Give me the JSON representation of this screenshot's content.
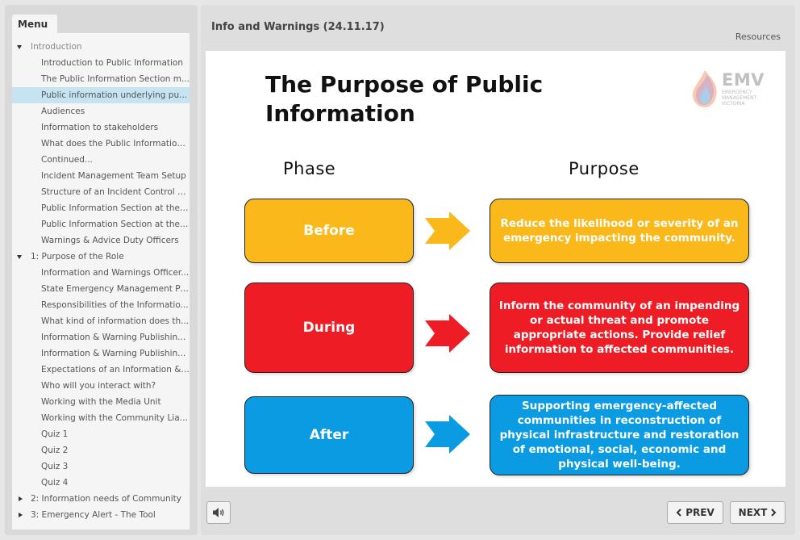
{
  "menu": {
    "tab_label": "Menu",
    "items": [
      {
        "label": "Introduction",
        "level": "section",
        "expanded": true
      },
      {
        "label": "Introduction to Public Information",
        "level": "child"
      },
      {
        "label": "The Public Information Section m...",
        "level": "child"
      },
      {
        "label": "Public information underlying pu...",
        "level": "child",
        "selected": true
      },
      {
        "label": "Audiences",
        "level": "child"
      },
      {
        "label": "Information to stakeholders",
        "level": "child"
      },
      {
        "label": "What does the Public Information...",
        "level": "child"
      },
      {
        "label": "Continued...",
        "level": "child"
      },
      {
        "label": "Incident Management Team Setup",
        "level": "child"
      },
      {
        "label": "Structure of an Incident Control C...",
        "level": "child"
      },
      {
        "label": "Public Information Section at the ...",
        "level": "child"
      },
      {
        "label": "Public Information Section at the ...",
        "level": "child"
      },
      {
        "label": "Warnings & Advice Duty Officers",
        "level": "child"
      },
      {
        "label": "1: Purpose of the Role",
        "level": "section",
        "expanded": true
      },
      {
        "label": "Information and Warnings Officer...",
        "level": "child"
      },
      {
        "label": "State Emergency Management Pr...",
        "level": "child"
      },
      {
        "label": "Responsibilities of the Informatio...",
        "level": "child"
      },
      {
        "label": "What kind of information does th...",
        "level": "child"
      },
      {
        "label": "Information & Warning Publishin...",
        "level": "child"
      },
      {
        "label": "Information & Warning Publishin...",
        "level": "child"
      },
      {
        "label": "Expectations of an Information & ...",
        "level": "child"
      },
      {
        "label": "Who will you interact with?",
        "level": "child"
      },
      {
        "label": "Working with the Media Unit",
        "level": "child"
      },
      {
        "label": "Working with the Community Liai...",
        "level": "child"
      },
      {
        "label": "Quiz 1",
        "level": "child"
      },
      {
        "label": "Quiz 2",
        "level": "child"
      },
      {
        "label": "Quiz 3",
        "level": "child"
      },
      {
        "label": "Quiz 4",
        "level": "child"
      },
      {
        "label": "2: Information needs of Community",
        "level": "section",
        "expanded": false
      },
      {
        "label": "3: Emergency Alert - The Tool",
        "level": "section",
        "expanded": false
      }
    ]
  },
  "header": {
    "course_title": "Info and Warnings (24.11.17)",
    "resources_label": "Resources"
  },
  "slide": {
    "title": "The Purpose of Public Information",
    "logo": {
      "text": "EMV",
      "subtitle": "EMERGENCY MANAGEMENT VICTORIA"
    },
    "phase_heading": "Phase",
    "purpose_heading": "Purpose",
    "rows": [
      {
        "phase": "Before",
        "purpose": "Reduce the likelihood or severity of an emergency impacting the community.",
        "color": "#fbb81b",
        "arrow_color": "#fbb81b"
      },
      {
        "phase": "During",
        "purpose": "Inform the community of an impending or actual threat and promote appropriate actions. Provide relief information to affected communities.",
        "color": "#ee1c25",
        "arrow_color": "#ee1c25"
      },
      {
        "phase": "After",
        "purpose": "Supporting emergency-affected communities in reconstruction of physical infrastructure and restoration of emotional, social, economic and physical well-being.",
        "color": "#0a9be2",
        "arrow_color": "#0a9be2"
      }
    ]
  },
  "footer": {
    "audio_icon": "speaker-icon",
    "prev_label": "PREV",
    "next_label": "NEXT"
  }
}
